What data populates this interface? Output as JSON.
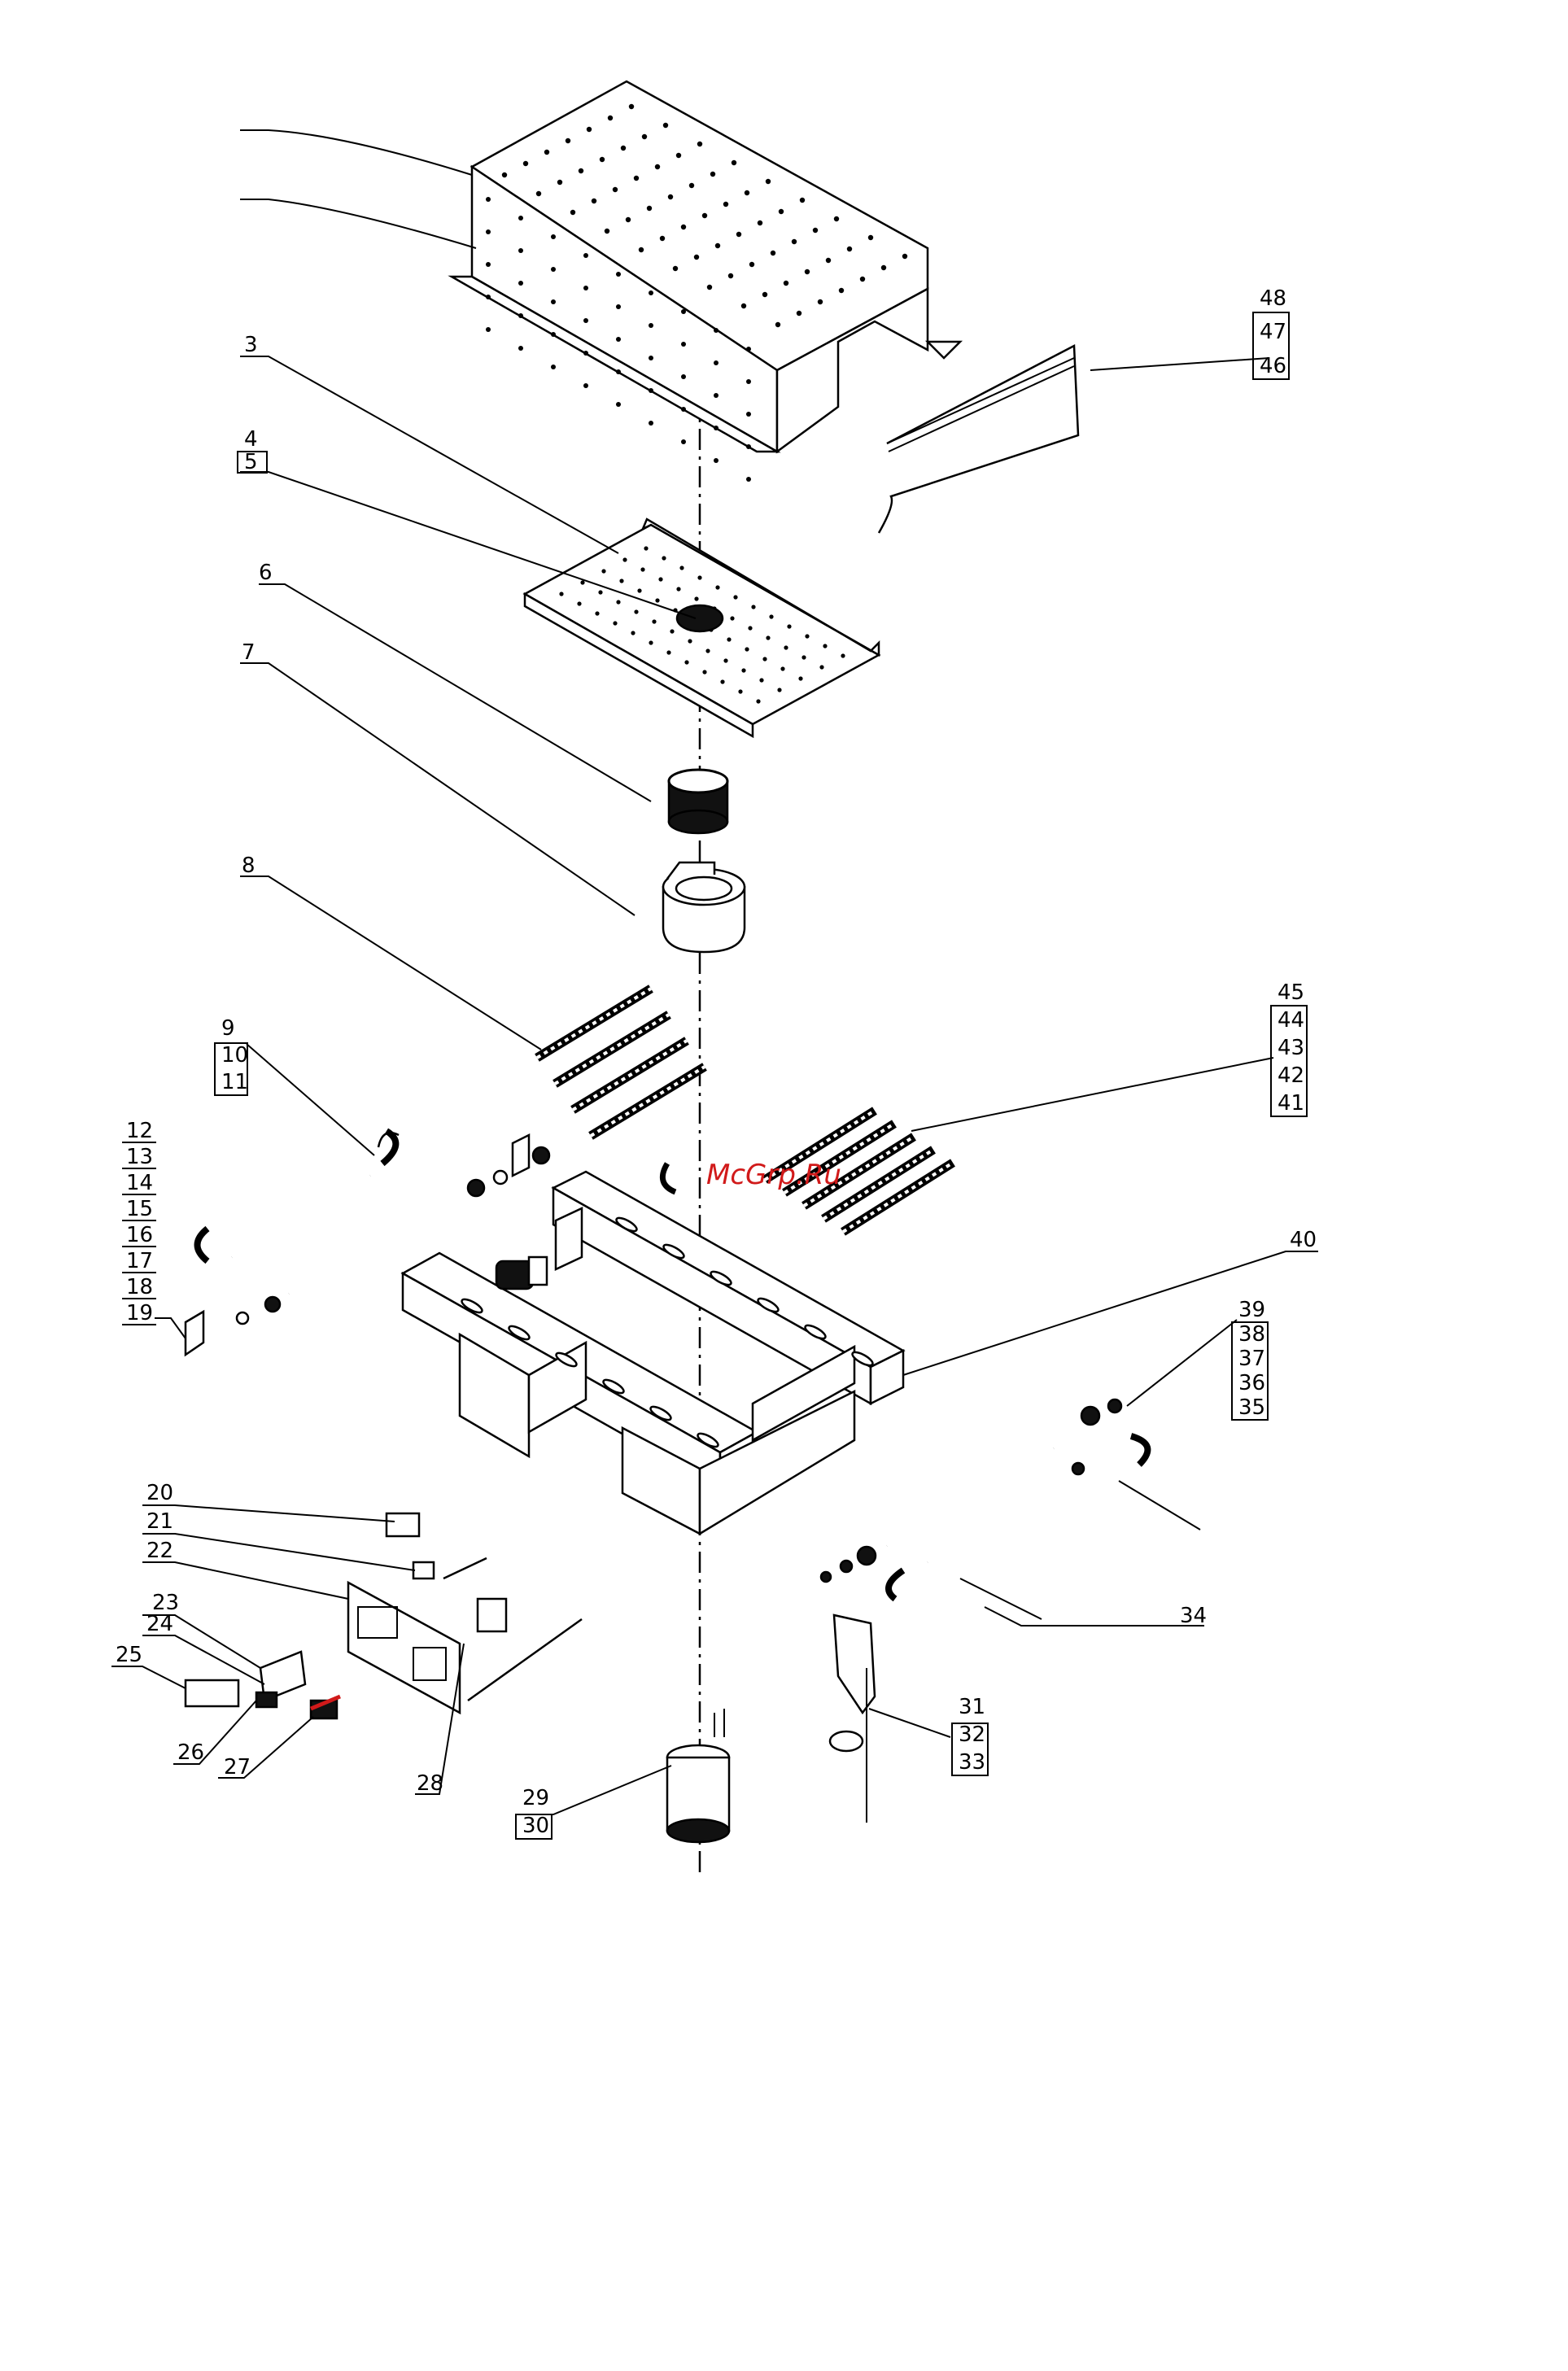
{
  "watermark": {
    "text": "McGrp.Ru",
    "color": "#d11a1a"
  },
  "callouts": {
    "c3": "3",
    "g45": [
      "4",
      "5"
    ],
    "c6": "6",
    "c7": "7",
    "c8": "8",
    "g9": [
      "9",
      "10",
      "11"
    ],
    "g12": [
      "12",
      "13",
      "14",
      "15",
      "16",
      "17",
      "18",
      "19"
    ],
    "c20": "20",
    "c21": "21",
    "c22": "22",
    "c23": "23",
    "c24": "24",
    "c25": "25",
    "c26": "26",
    "c27": "27",
    "c28": "28",
    "g29": [
      "29",
      "30"
    ],
    "g31": [
      "31",
      "32",
      "33"
    ],
    "c34": "34",
    "g35": [
      "39",
      "38",
      "37",
      "36",
      "35"
    ],
    "c40": "40",
    "g41": [
      "45",
      "44",
      "43",
      "42",
      "41"
    ],
    "g46": [
      "48",
      "47",
      "46"
    ]
  }
}
